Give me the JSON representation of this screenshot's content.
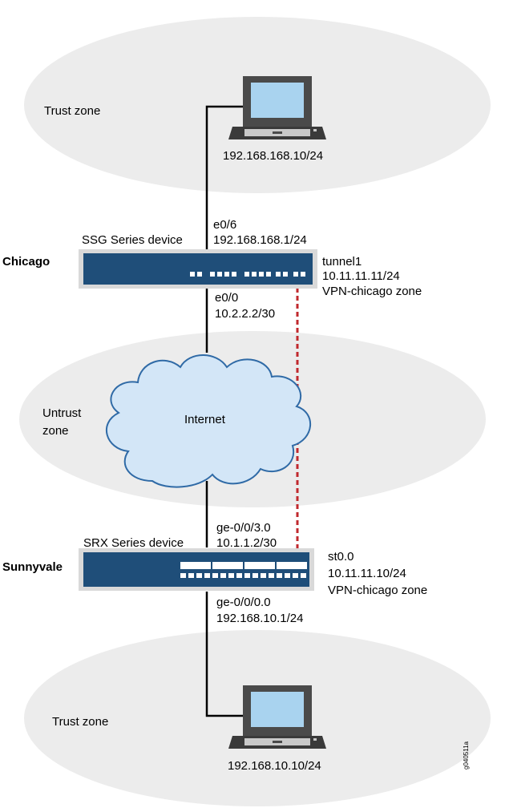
{
  "zones": {
    "top_trust": "Trust zone",
    "untrust_line1": "Untrust",
    "untrust_line2": "zone",
    "bottom_trust": "Trust zone"
  },
  "hosts": {
    "top_ip": "192.168.168.10/24",
    "bottom_ip": "192.168.10.10/24"
  },
  "chicago": {
    "site": "Chicago",
    "device": "SSG Series device",
    "lan_if": "e0/6",
    "lan_ip": "192.168.168.1/24",
    "wan_if": "e0/0",
    "wan_ip": "10.2.2.2/30",
    "tunnel_if": "tunnel1",
    "tunnel_ip": "10.11.11.11/24",
    "tunnel_zone": "VPN-chicago zone"
  },
  "internet": {
    "label": "Internet"
  },
  "sunnyvale": {
    "site": "Sunnyvale",
    "device": "SRX Series device",
    "wan_if": "ge-0/0/3.0",
    "wan_ip": "10.1.1.2/30",
    "lan_if": "ge-0/0/0.0",
    "lan_ip": "192.168.10.1/24",
    "tunnel_if": "st0.0",
    "tunnel_ip": "10.11.11.10/24",
    "tunnel_zone": "VPN-chicago zone"
  },
  "figure_id": "g040511a",
  "colors": {
    "zone_fill": "#ececec",
    "device_fill": "#1f4e79",
    "device_frame": "#d9d9d9",
    "cloud_fill": "#d3e6f7",
    "cloud_stroke": "#2f6aa6",
    "screen_fill": "#a9d3ef",
    "vpn_line": "#c0282d",
    "link_line": "#000000"
  }
}
